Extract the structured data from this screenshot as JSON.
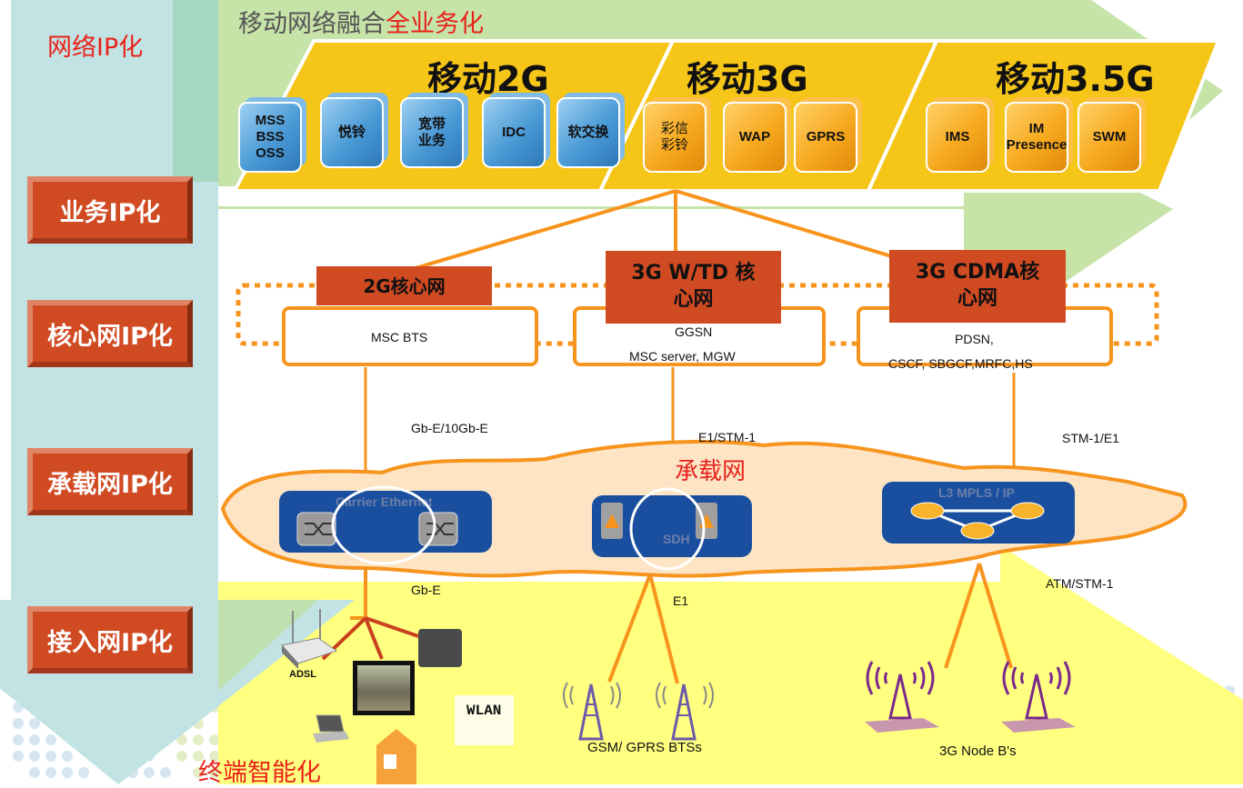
{
  "header": {
    "main_title_prefix": "移动网络融合",
    "main_title_highlight": "全业务化",
    "left_title": "网络IP化"
  },
  "colors": {
    "accent_red": "#e8221a",
    "button_red": "#d04a22",
    "connector_orange": "#f7941d",
    "service_yellow": "#f5c518",
    "arrow_green": "#c6e3a8",
    "arrow_teal": "#c2e3e3",
    "network_blue": "#1a4fa0",
    "access_yellow": "#ffff80"
  },
  "sidebar": {
    "items": [
      {
        "label": "业务IP化"
      },
      {
        "label": "核心网IP化"
      },
      {
        "label": "承载网IP化"
      },
      {
        "label": "接入网IP化"
      }
    ]
  },
  "services": {
    "generations": [
      {
        "title": "移动2G",
        "style": "blue",
        "items": [
          "MSS\nBSS\nOSS",
          "悦铃",
          "宽带\n业务",
          "IDC",
          "软交换"
        ]
      },
      {
        "title": "移动3G",
        "style": "orange",
        "items": [
          "彩信\n彩铃",
          "WAP",
          "GPRS"
        ]
      },
      {
        "title": "移动3.5G",
        "style": "orange",
        "items": [
          "IMS",
          "IM\nPresence",
          "SWM"
        ]
      }
    ]
  },
  "core": {
    "networks": [
      {
        "title": "2G核心网",
        "elements": [
          "MSC BTS"
        ]
      },
      {
        "title": "3G W/TD 核\n心网",
        "elements": [
          "GGSN",
          "MSC server, MGW"
        ]
      },
      {
        "title": "3G CDMA核\n心网",
        "elements": [
          "PDSN,",
          "CSCF, SBGCF,MRFC,HS"
        ]
      }
    ]
  },
  "links": {
    "core_to_bearer": [
      "Gb-E/10Gb-E",
      "E1/STM-1",
      "STM-1/E1"
    ],
    "bearer_to_access": [
      "Gb-E",
      "E1",
      "ATM/STM-1"
    ]
  },
  "bearer": {
    "title": "承载网",
    "segments": [
      "Carrier Ethernet",
      "SDH",
      "L3 MPLS / IP"
    ]
  },
  "access": {
    "devices": [
      "ADSL",
      "WLAN"
    ],
    "gsm_label": "GSM/ GPRS BTSs",
    "nodeb_label": "3G Node B's"
  },
  "footer": {
    "terminal_label": "终端智能化"
  }
}
